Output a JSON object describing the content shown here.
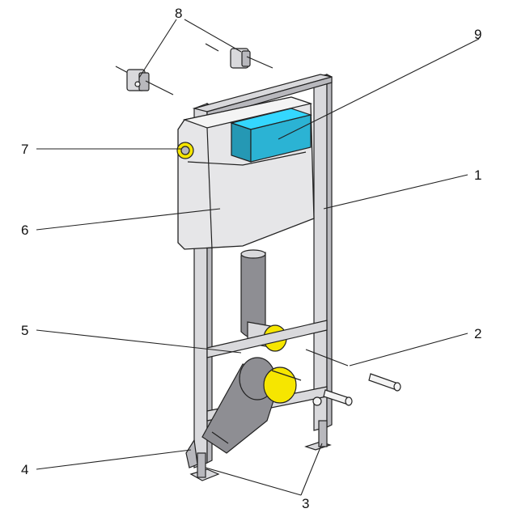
{
  "colors": {
    "yellow": "#f6e600",
    "blue": "#2bb3d4",
    "steel": "#d9d9dc"
  },
  "callouts": [
    {
      "id": "1",
      "label": "1"
    },
    {
      "id": "2",
      "label": "2"
    },
    {
      "id": "3",
      "label": "3"
    },
    {
      "id": "4",
      "label": "4"
    },
    {
      "id": "5",
      "label": "5"
    },
    {
      "id": "6",
      "label": "6"
    },
    {
      "id": "7",
      "label": "7"
    },
    {
      "id": "8",
      "label": "8"
    },
    {
      "id": "9",
      "label": "9"
    }
  ]
}
